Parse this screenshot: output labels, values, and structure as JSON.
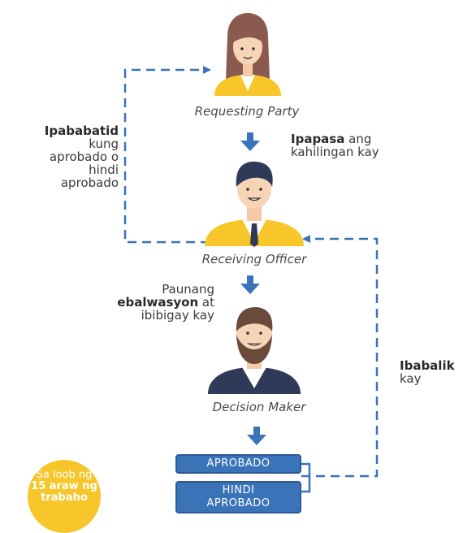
{
  "actors": {
    "requesting_party": "Requesting Party",
    "receiving_officer": "Receiving Officer",
    "decision_maker": "Decision Maker"
  },
  "notes": {
    "notify_bold": "Ipababatid",
    "notify_lines": [
      "kung",
      "aprobado o",
      "hindi",
      "aprobado"
    ],
    "forward_bold": "Ipapasa",
    "forward_rest": " ang",
    "forward_line2": "kahilingan kay",
    "eval_line1": "Paunang",
    "eval_bold": "ebalwasyon",
    "eval_rest": " at",
    "eval_line3": "ibibigay kay",
    "return_bold": "Ibabalik",
    "return_line2": "kay"
  },
  "outcomes": {
    "approved": "APROBADO",
    "not_approved_line1": "HINDI",
    "not_approved_line2": "APROBADO"
  },
  "badge": {
    "line1": "Sa loob ng",
    "line2": "15 araw ng",
    "line3": "trabaho"
  },
  "colors": {
    "accent_blue": "#3b73b9",
    "dashed_line": "#3b73b9",
    "badge_yellow": "#f6c62a",
    "shirt_yellow": "#f6c62a"
  }
}
